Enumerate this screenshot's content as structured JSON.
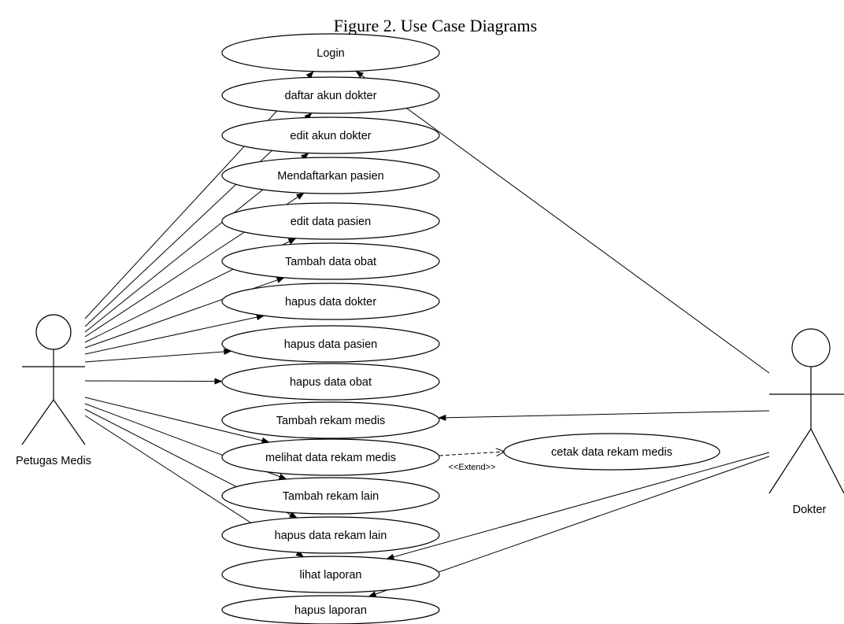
{
  "figure": {
    "caption": "Figure 2. Use Case Diagrams"
  },
  "actors": [
    {
      "id": "petugas",
      "label": "Petugas Medis"
    },
    {
      "id": "dokter",
      "label": "Dokter"
    }
  ],
  "use_cases": [
    {
      "id": "login",
      "label": "Login"
    },
    {
      "id": "daftar_akun_dokter",
      "label": "daftar akun dokter"
    },
    {
      "id": "edit_akun_dokter",
      "label": "edit akun dokter"
    },
    {
      "id": "mendaftarkan_pasien",
      "label": "Mendaftarkan pasien"
    },
    {
      "id": "edit_data_pasien",
      "label": "edit data pasien"
    },
    {
      "id": "tambah_data_obat",
      "label": "Tambah data obat"
    },
    {
      "id": "hapus_data_dokter",
      "label": "hapus data dokter"
    },
    {
      "id": "hapus_data_pasien",
      "label": "hapus data pasien"
    },
    {
      "id": "hapus_data_obat",
      "label": "hapus data obat"
    },
    {
      "id": "tambah_rekam_medis",
      "label": "Tambah rekam medis"
    },
    {
      "id": "melihat_data_rekam_medis",
      "label": "melihat data rekam medis"
    },
    {
      "id": "tambah_rekam_lain",
      "label": "Tambah rekam lain"
    },
    {
      "id": "hapus_data_rekam_lain",
      "label": "hapus data rekam lain"
    },
    {
      "id": "lihat_laporan",
      "label": "lihat laporan"
    },
    {
      "id": "hapus_laporan",
      "label": "hapus laporan"
    },
    {
      "id": "cetak_data_rekam_medis",
      "label": "cetak data rekam medis"
    }
  ],
  "associations": [
    {
      "from": "petugas",
      "to": "login"
    },
    {
      "from": "petugas",
      "to": "daftar_akun_dokter"
    },
    {
      "from": "petugas",
      "to": "edit_akun_dokter"
    },
    {
      "from": "petugas",
      "to": "mendaftarkan_pasien"
    },
    {
      "from": "petugas",
      "to": "edit_data_pasien"
    },
    {
      "from": "petugas",
      "to": "tambah_data_obat"
    },
    {
      "from": "petugas",
      "to": "hapus_data_dokter"
    },
    {
      "from": "petugas",
      "to": "hapus_data_pasien"
    },
    {
      "from": "petugas",
      "to": "hapus_data_obat"
    },
    {
      "from": "petugas",
      "to": "melihat_data_rekam_medis"
    },
    {
      "from": "petugas",
      "to": "tambah_rekam_lain"
    },
    {
      "from": "petugas",
      "to": "hapus_data_rekam_lain"
    },
    {
      "from": "petugas",
      "to": "lihat_laporan"
    },
    {
      "from": "dokter",
      "to": "login"
    },
    {
      "from": "dokter",
      "to": "tambah_rekam_medis"
    },
    {
      "from": "dokter",
      "to": "lihat_laporan"
    },
    {
      "from": "dokter",
      "to": "hapus_laporan"
    }
  ],
  "extends": [
    {
      "from": "melihat_data_rekam_medis",
      "to": "cetak_data_rekam_medis",
      "label": "<<Extend>>"
    }
  ]
}
